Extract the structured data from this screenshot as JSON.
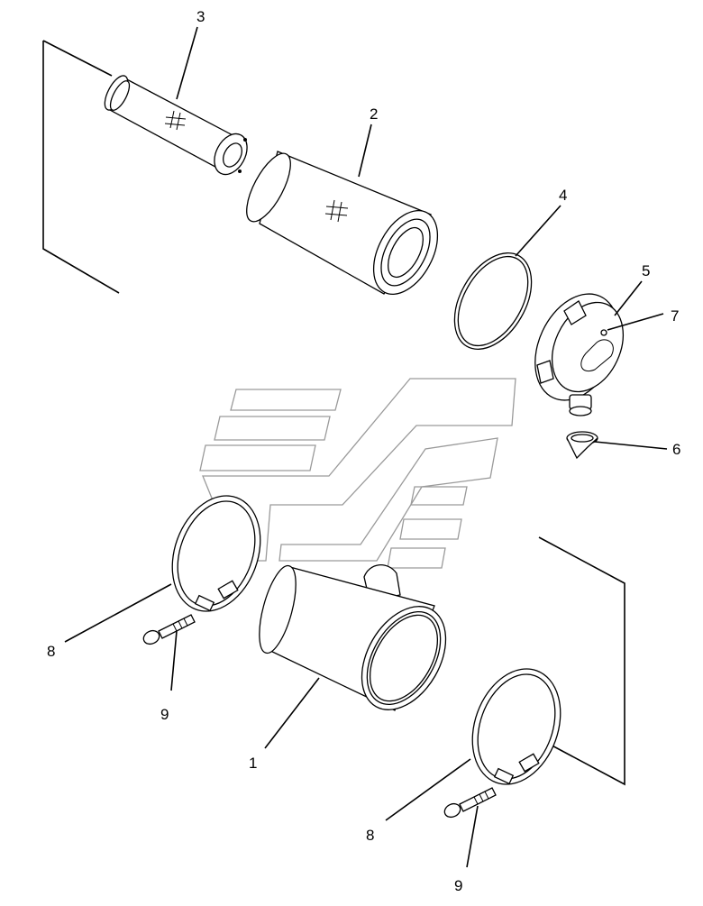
{
  "diagram": {
    "callouts": [
      {
        "id": "c3",
        "text": "3"
      },
      {
        "id": "c2",
        "text": "2"
      },
      {
        "id": "c4",
        "text": "4"
      },
      {
        "id": "c5",
        "text": "5"
      },
      {
        "id": "c7",
        "text": "7"
      },
      {
        "id": "c6",
        "text": "6"
      },
      {
        "id": "c8a",
        "text": "8"
      },
      {
        "id": "c9a",
        "text": "9"
      },
      {
        "id": "c1",
        "text": "1"
      },
      {
        "id": "c8b",
        "text": "8"
      },
      {
        "id": "c9b",
        "text": "9"
      }
    ],
    "colors": {
      "line": "#000000",
      "watermark": "#9a9a9a",
      "background": "#ffffff"
    }
  }
}
